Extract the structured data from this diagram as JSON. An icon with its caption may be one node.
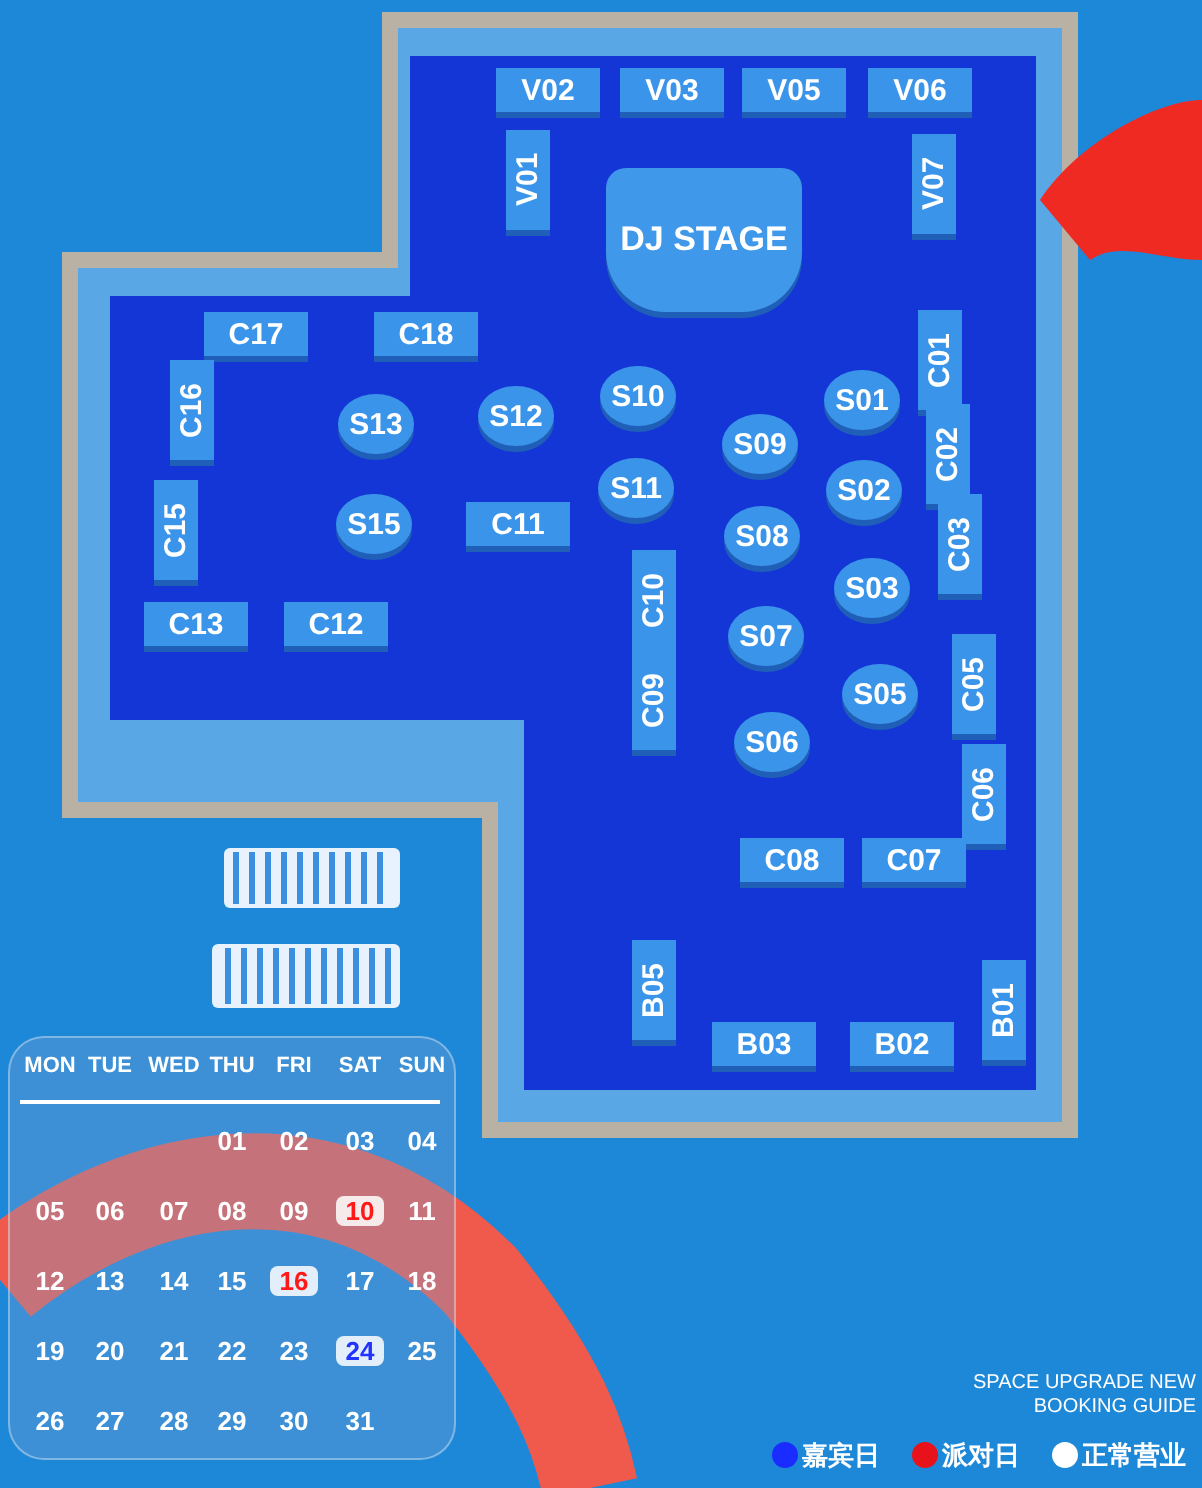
{
  "diagram": {
    "nodes": [
      {
        "text": [
          "V02"
        ]
      },
      {
        "text": [
          "V03"
        ]
      },
      {
        "text": [
          "V05"
        ]
      },
      {
        "text": [
          "V06"
        ]
      },
      {
        "text": [
          "V01"
        ]
      },
      {
        "text": [
          "V07"
        ]
      },
      {
        "text": [
          "DJ STAGE"
        ]
      },
      {
        "text": [
          "C17"
        ]
      },
      {
        "text": [
          "C18"
        ]
      },
      {
        "text": [
          "C01"
        ]
      },
      {
        "text": [
          "S10"
        ]
      },
      {
        "text": [
          "S01"
        ]
      },
      {
        "text": [
          "C16"
        ]
      },
      {
        "text": [
          "S12"
        ]
      },
      {
        "text": [
          "S13"
        ]
      },
      {
        "text": [
          "S09"
        ]
      },
      {
        "text": [
          "C02"
        ]
      },
      {
        "text": [
          "S11"
        ]
      },
      {
        "text": [
          "S02"
        ]
      },
      {
        "text": [
          "C15"
        ]
      },
      {
        "text": [
          "S15"
        ]
      },
      {
        "text": [
          "C11"
        ]
      },
      {
        "text": [
          "S08"
        ]
      },
      {
        "text": [
          "C03"
        ]
      },
      {
        "text": [
          "S03"
        ]
      },
      {
        "text": [
          "C10"
        ]
      },
      {
        "text": [
          "C13"
        ]
      },
      {
        "text": [
          "C12"
        ]
      },
      {
        "text": [
          "S07"
        ]
      },
      {
        "text": [
          "C05"
        ]
      },
      {
        "text": [
          "S05"
        ]
      },
      {
        "text": [
          "C09"
        ]
      },
      {
        "text": [
          "S06"
        ]
      },
      {
        "text": [
          "C06"
        ]
      },
      {
        "text": [
          "C08"
        ]
      },
      {
        "text": [
          "C07"
        ]
      },
      {
        "text": [
          "B05"
        ]
      },
      {
        "text": [
          "B01"
        ]
      },
      {
        "text": [
          "B03"
        ]
      },
      {
        "text": [
          "B02"
        ]
      }
    ],
    "labels": [
      "MON",
      "TUE",
      "WED",
      "THU",
      "FRI",
      "SAT",
      "SUN",
      "01",
      "02",
      "03",
      "04",
      "05",
      "06",
      "07",
      "08",
      "09",
      "10",
      "11",
      "12",
      "13",
      "14",
      "15",
      "16",
      "17",
      "18",
      "19",
      "20",
      "21",
      "22",
      "23",
      "24",
      "25",
      "26",
      "27",
      "28",
      "29",
      "30",
      "31",
      "SPACE UPGRADE NEW BOOKING GUIDE"
    ],
    "legend": [
      {
        "text": "嘉宾日",
        "color": "#1a2cff"
      },
      {
        "text": "派对日",
        "color": "#e8121a"
      },
      {
        "text": "正常营业",
        "color": "#ffffff"
      }
    ]
  }
}
